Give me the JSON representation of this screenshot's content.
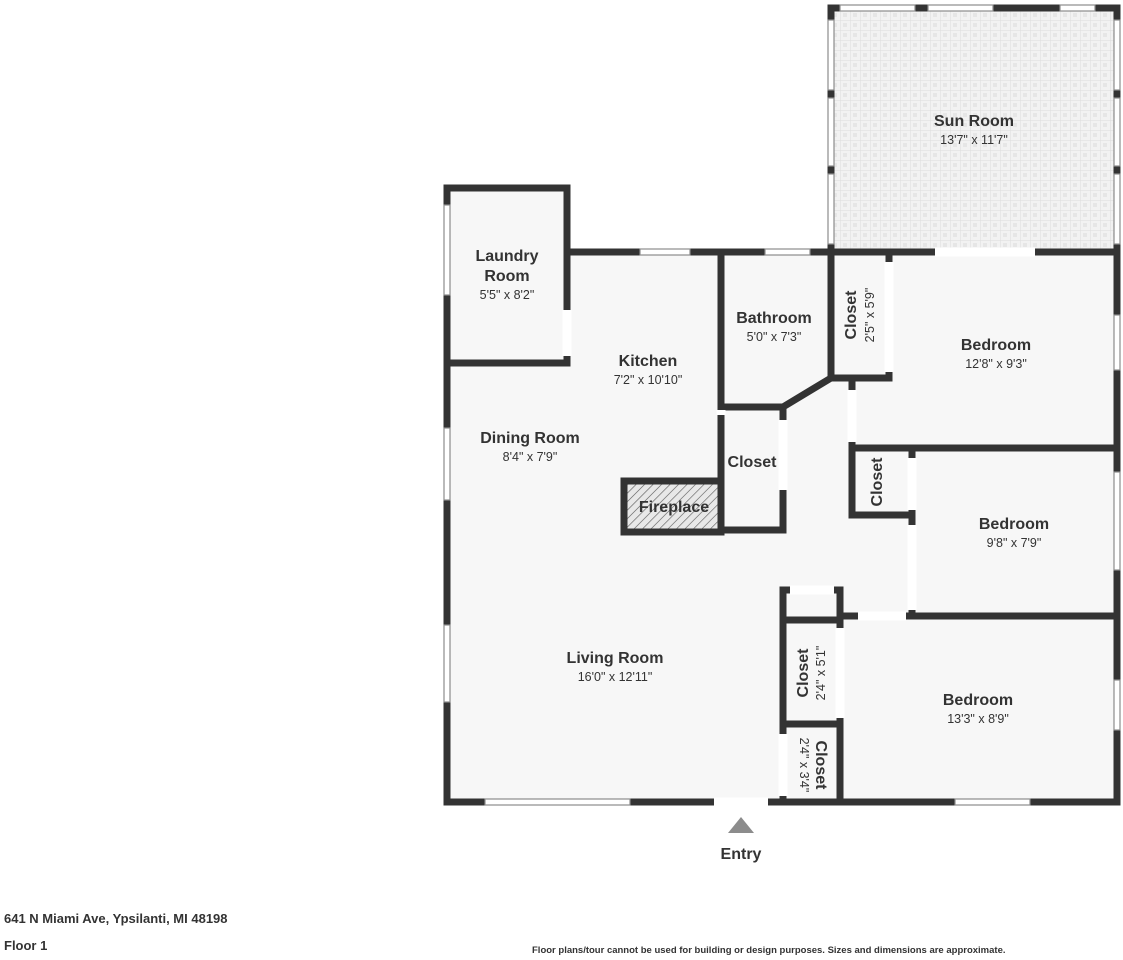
{
  "rooms": {
    "sun_room": {
      "name": "Sun Room",
      "dim": "13'7\" x 11'7\""
    },
    "laundry": {
      "name1": "Laundry",
      "name2": "Room",
      "dim": "5'5\" x 8'2\""
    },
    "kitchen": {
      "name": "Kitchen",
      "dim": "7'2\" x 10'10\""
    },
    "bathroom": {
      "name": "Bathroom",
      "dim": "5'0\" x 7'3\""
    },
    "closet_a": {
      "name": "Closet",
      "dim": "2'5\" x 5'9\""
    },
    "bedroom_1": {
      "name": "Bedroom",
      "dim": "12'8\" x 9'3\""
    },
    "dining_room": {
      "name": "Dining Room",
      "dim": "8'4\" x 7'9\""
    },
    "closet_b": {
      "name": "Closet"
    },
    "fireplace": {
      "name": "Fireplace"
    },
    "closet_c": {
      "name": "Closet"
    },
    "bedroom_2": {
      "name": "Bedroom",
      "dim": "9'8\" x 7'9\""
    },
    "living_room": {
      "name": "Living Room",
      "dim": "16'0\" x 12'11\""
    },
    "closet_d": {
      "name": "Closet",
      "dim": "2'4\" x 5'1\""
    },
    "bedroom_3": {
      "name": "Bedroom",
      "dim": "13'3\" x 8'9\""
    },
    "closet_e": {
      "name": "Closet",
      "dim": "2'4\" x 3'4\""
    }
  },
  "entry_label": "Entry",
  "footer": {
    "address": "641 N Miami Ave, Ypsilanti, MI 48198",
    "floor": "Floor 1",
    "disclaimer": "Floor plans/tour cannot be used for building or design purposes. Sizes and dimensions are approximate."
  },
  "colors": {
    "wall": "#333333",
    "floor": "#f7f7f7",
    "sunroom_tile": "#eeeeee"
  }
}
